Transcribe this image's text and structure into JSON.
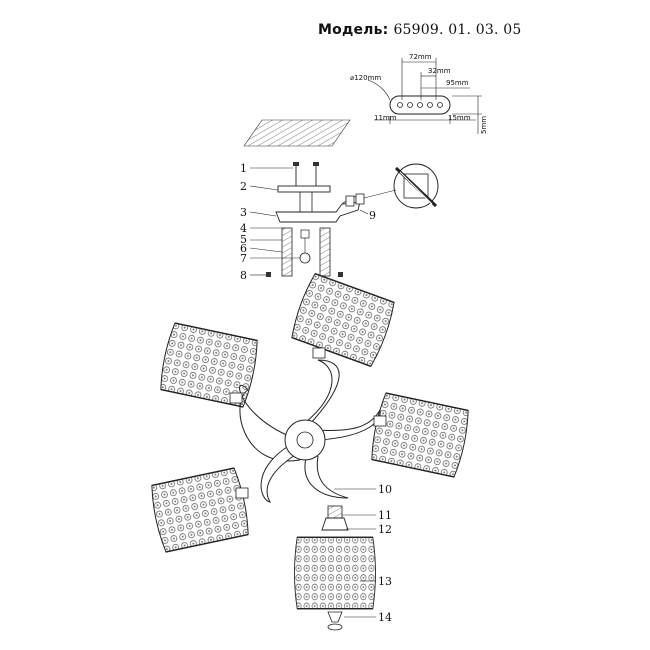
{
  "header": {
    "model_label": "Модель:",
    "model_number": "65909. 01. 03. 05"
  },
  "dimensions": {
    "diameter": "⌀120mm",
    "width_72": "72mm",
    "width_32": "32mm",
    "width_95": "95mm",
    "offset_11": "11mm",
    "offset_15": "15mm",
    "depth_5": "5mm"
  },
  "callouts": {
    "c1": "1",
    "c2": "2",
    "c3": "3",
    "c4": "4",
    "c5": "5",
    "c6": "6",
    "c7": "7",
    "c8": "8",
    "c9": "9",
    "c10": "10",
    "c11": "11",
    "c12": "12",
    "c13": "13",
    "c14": "14"
  }
}
